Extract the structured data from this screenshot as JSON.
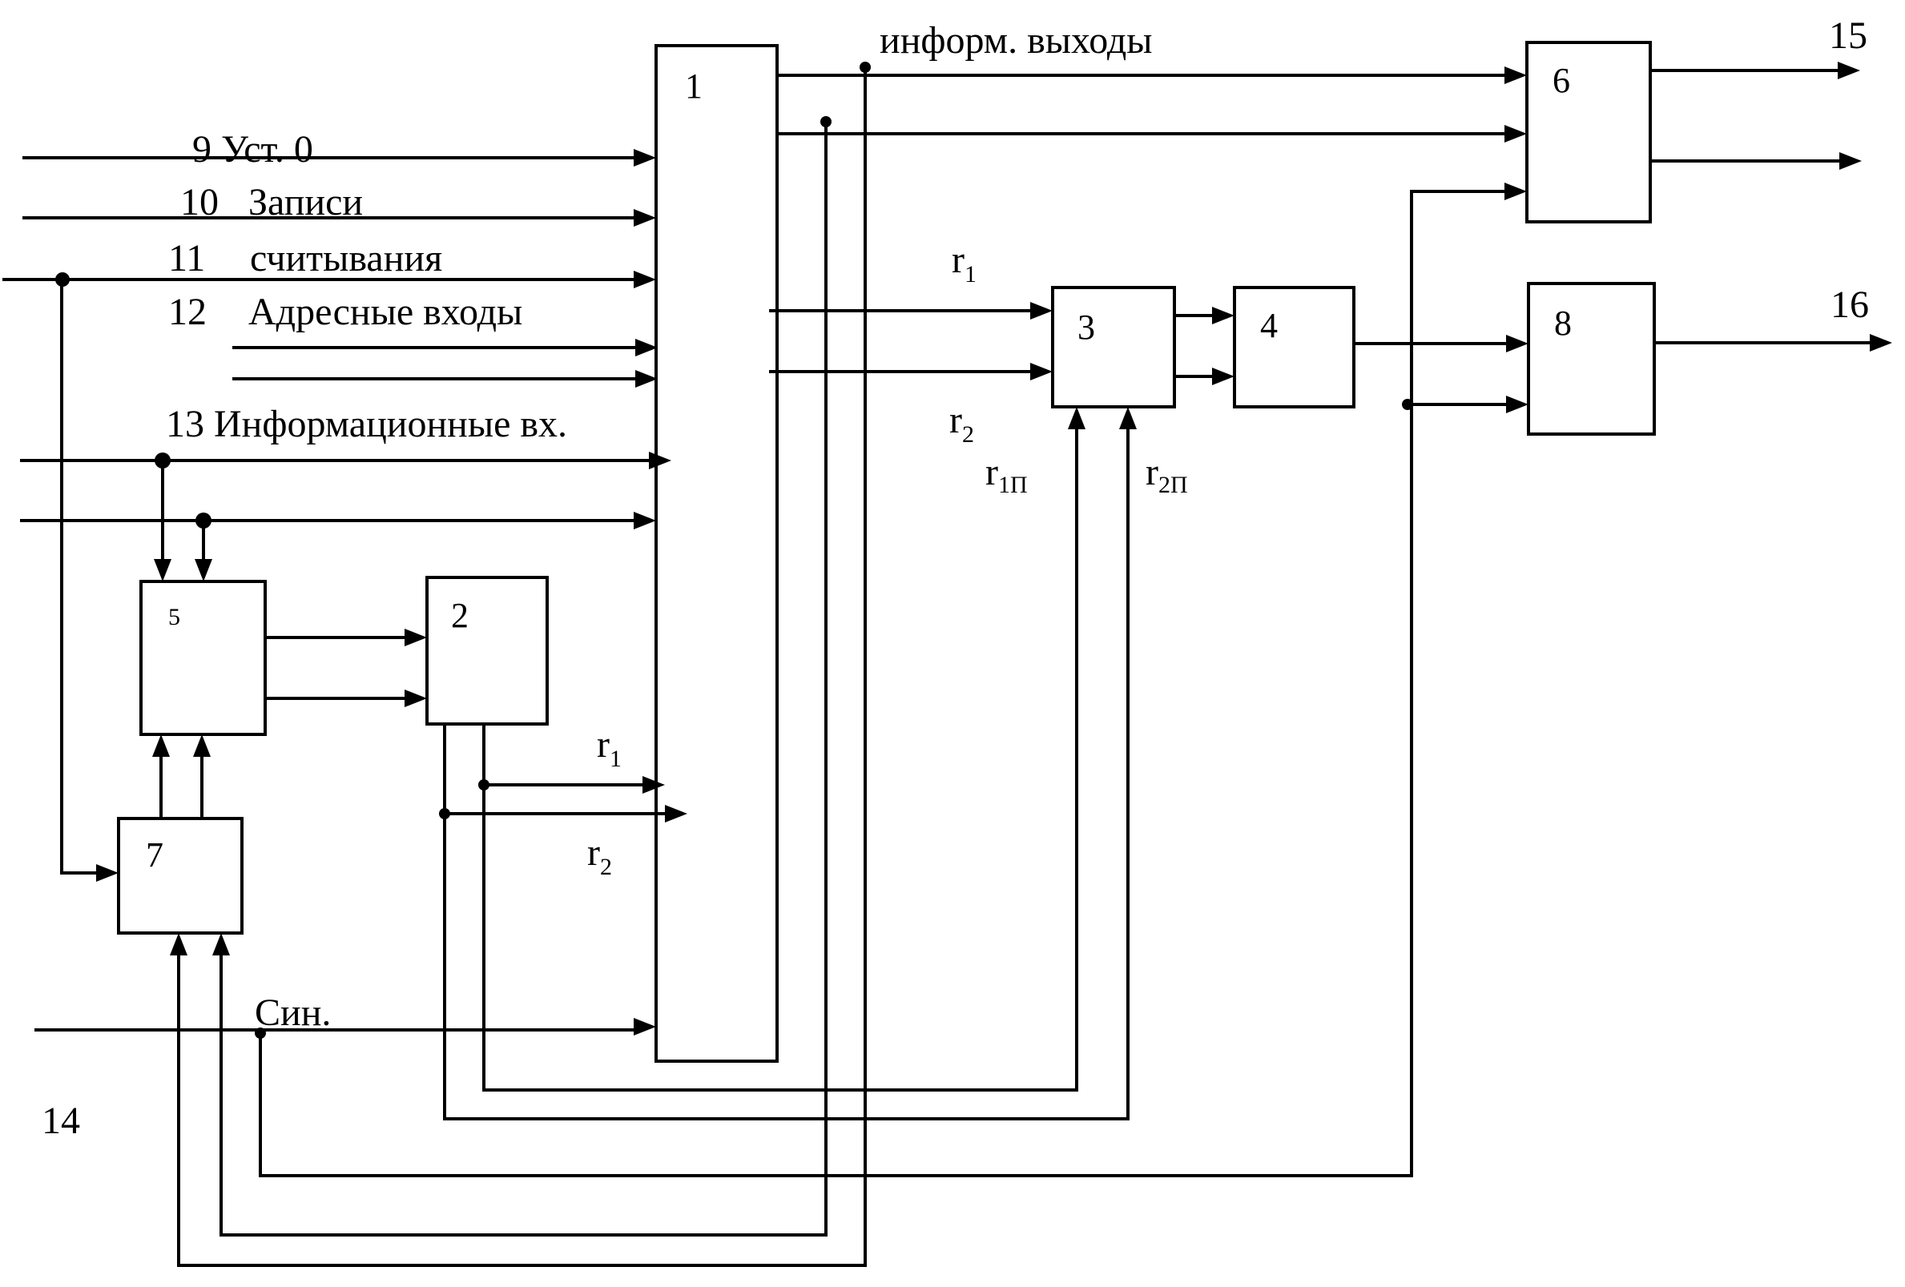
{
  "diagram": {
    "type": "block-diagram",
    "line_color": "#000000",
    "background": "#ffffff",
    "blocks": [
      {
        "id": "1",
        "label": "1"
      },
      {
        "id": "2",
        "label": "2"
      },
      {
        "id": "3",
        "label": "3"
      },
      {
        "id": "4",
        "label": "4"
      },
      {
        "id": "5",
        "label": "5"
      },
      {
        "id": "6",
        "label": "6"
      },
      {
        "id": "7",
        "label": "7"
      },
      {
        "id": "8",
        "label": "8"
      }
    ],
    "inputs": {
      "reset": "9 Уст. 0",
      "write_num": "10",
      "write": "Записи",
      "read_num": "11",
      "read": "считывания",
      "address_num": "12",
      "address": "Адресные входы",
      "info_in": "13 Информационные вх.",
      "sync": "Син.",
      "sync_num": "14"
    },
    "outputs": {
      "info_out": "информ. выходы",
      "out15": "15",
      "out16": "16"
    },
    "signals": {
      "r1_top": {
        "base": "r",
        "sub": "1"
      },
      "r2_top": {
        "base": "r",
        "sub": "2"
      },
      "r1p": {
        "base": "r",
        "sub": "1П"
      },
      "r2p": {
        "base": "r",
        "sub": "2П"
      },
      "r1_bottom": {
        "base": "r",
        "sub": "1"
      },
      "r2_bottom": {
        "base": "r",
        "sub": "2"
      }
    }
  }
}
